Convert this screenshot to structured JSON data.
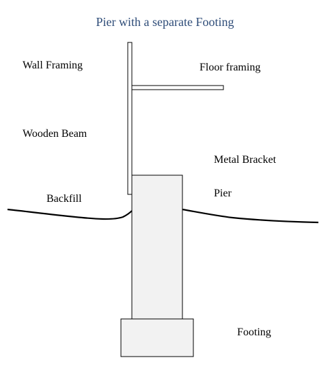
{
  "title": "Pier with a separate Footing",
  "labels": {
    "wall_framing": "Wall Framing",
    "floor_framing": "Floor framing",
    "wooden_beam": "Wooden Beam",
    "metal_bracket": "Metal Bracket",
    "pier": "Pier",
    "backfill": "Backfill",
    "footing": "Footing"
  },
  "colors": {
    "title": "#2e4c78",
    "outline": "#000000",
    "fill": "#f2f2f2"
  }
}
